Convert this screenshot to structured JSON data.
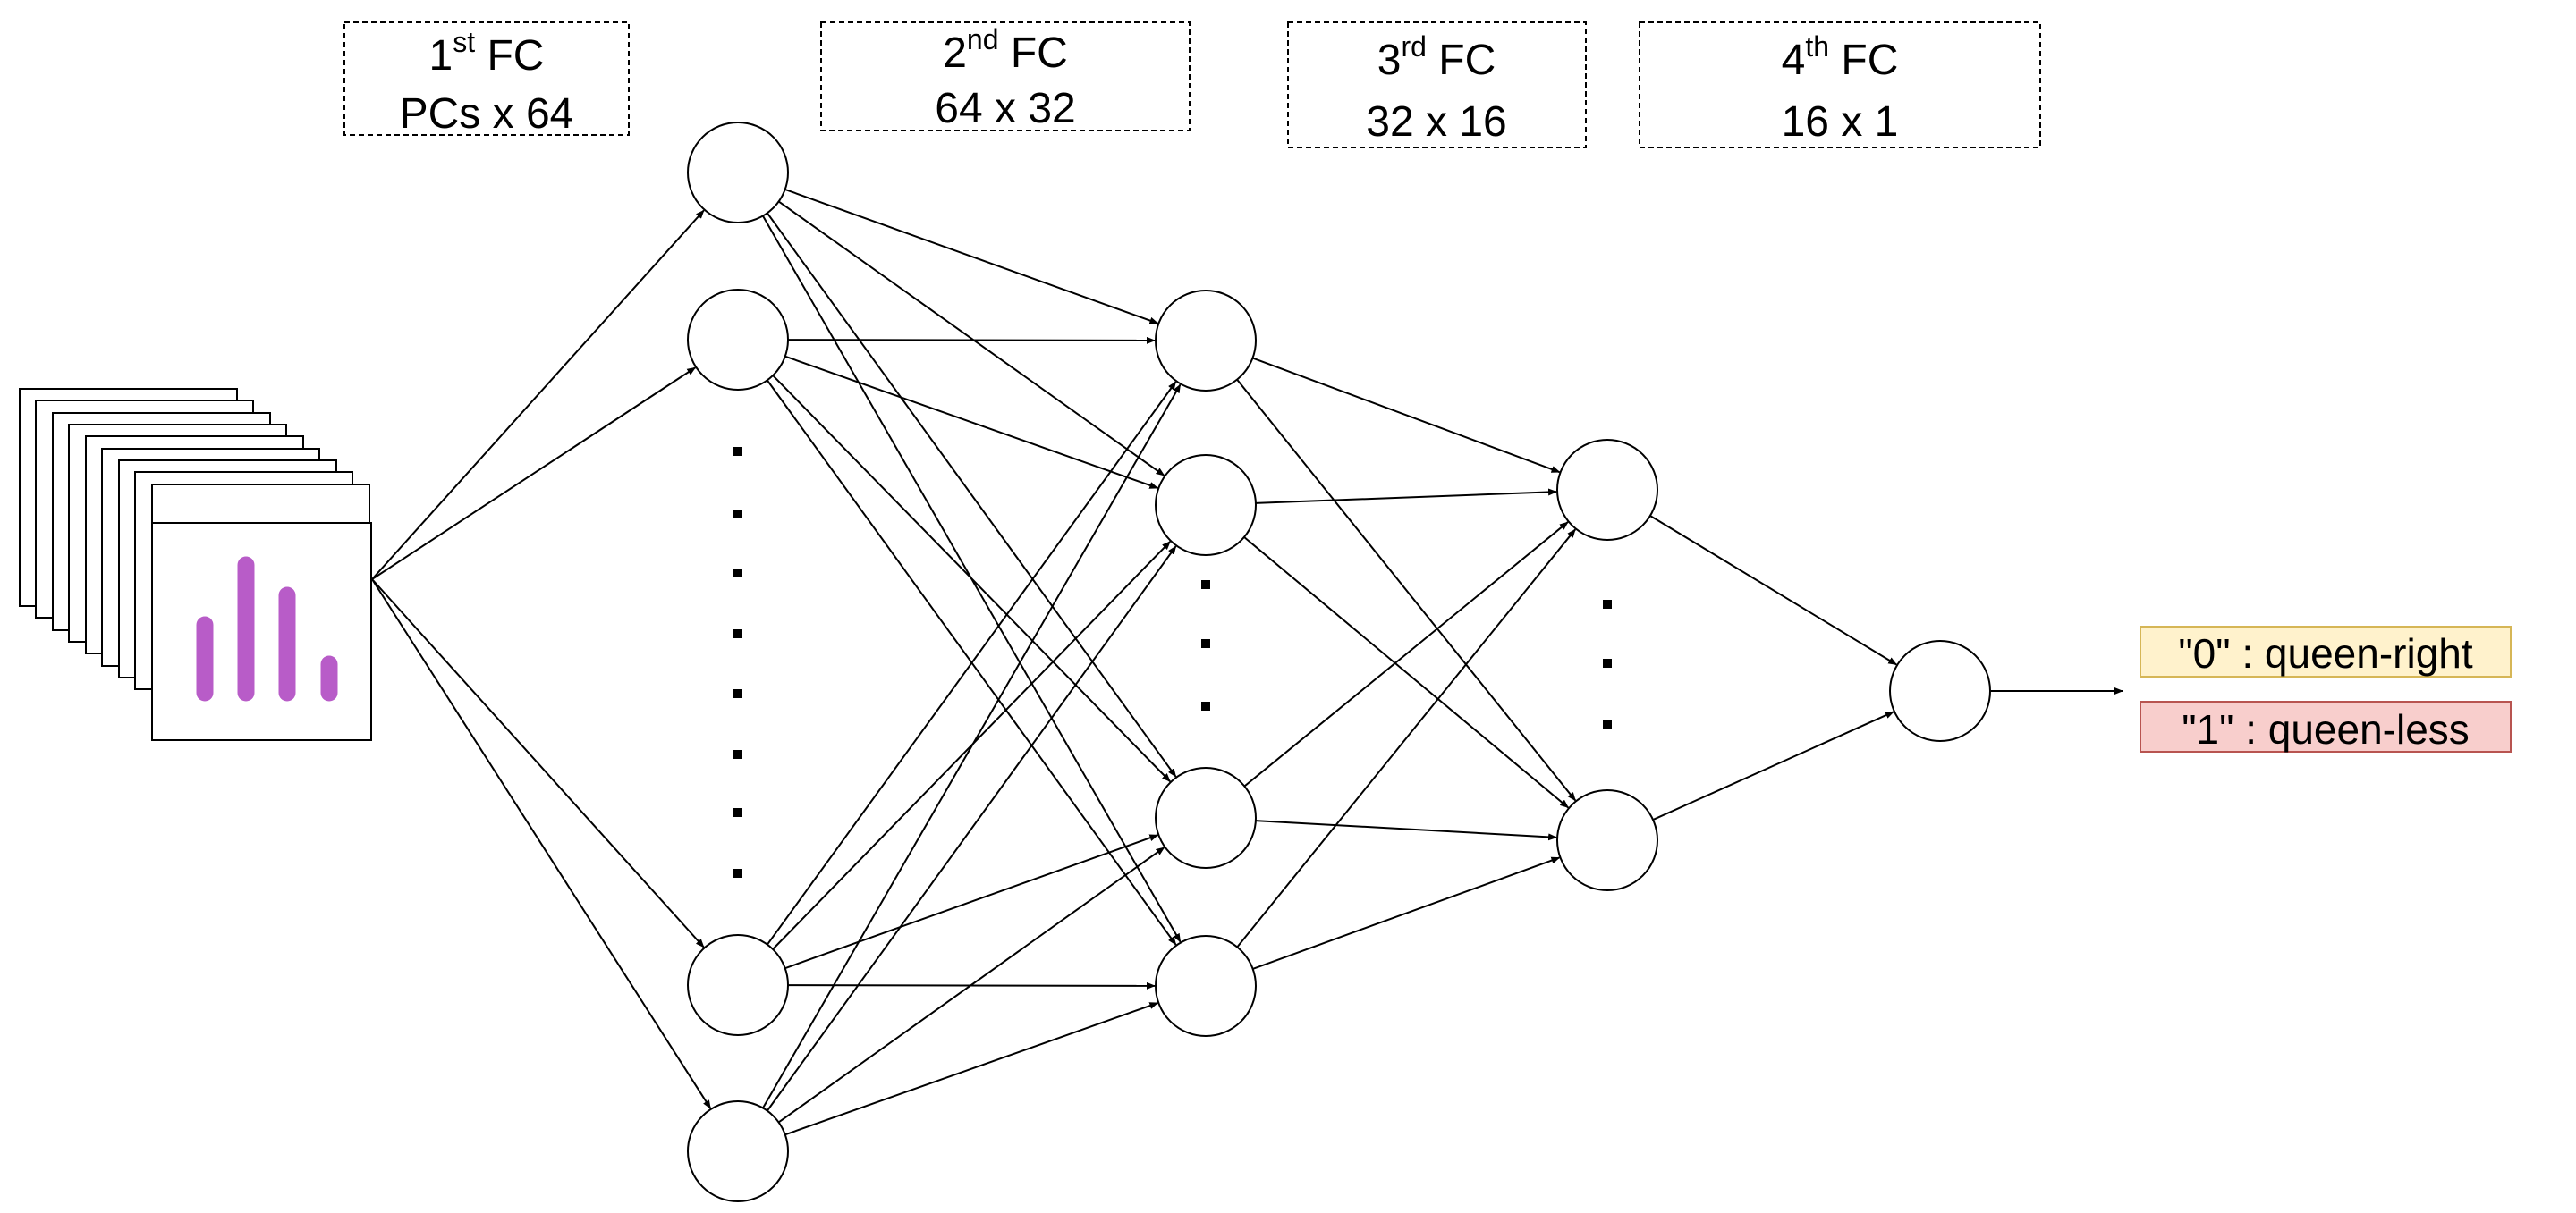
{
  "layers": [
    {
      "num": "1",
      "sup": "st",
      "name": "FC",
      "dims": "PCs x 64"
    },
    {
      "num": "2",
      "sup": "nd",
      "name": "FC",
      "dims": "64 x 32"
    },
    {
      "num": "3",
      "sup": "rd",
      "name": "FC",
      "dims": "32 x 16"
    },
    {
      "num": "4",
      "sup": "th",
      "name": "FC",
      "dims": "16 x 1"
    }
  ],
  "outputs": [
    {
      "text": "\"0\" : queen-right",
      "fill": "#fff2cc",
      "stroke": "#d6b656"
    },
    {
      "text": "\"1\" : queen-less",
      "fill": "#f8cecc",
      "stroke": "#b85450"
    }
  ],
  "colors": {
    "bars": "#b85cc8",
    "line": "#000000",
    "background": "#ffffff"
  }
}
